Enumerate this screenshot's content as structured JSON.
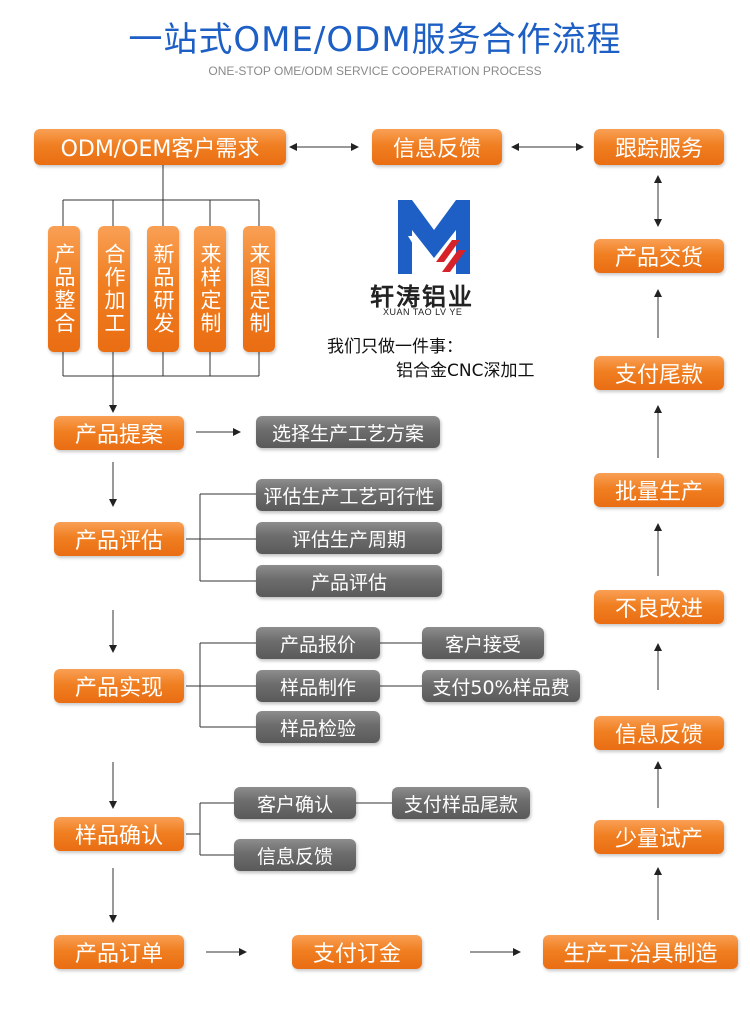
{
  "header": {
    "title": "一站式OME/ODM服务合作流程",
    "subtitle": "ONE-STOP OME/ODM SERVICE COOPERATION PROCESS"
  },
  "colors": {
    "orange": "#f07f22",
    "gray": "#6c6c6c",
    "title_blue": "#1d5fc4",
    "logo_blue": "#1d5fc4",
    "logo_red": "#d6232a"
  },
  "top_row": {
    "demand": "ODM/OEM客户需求",
    "feedback": "信息反馈",
    "tracking": "跟踪服务"
  },
  "categories": [
    "产品整合",
    "合作加工",
    "新品研发",
    "来样定制",
    "来图定制"
  ],
  "logo": {
    "name_cn": "轩涛铝业",
    "name_en": "XUAN TAO LV YE",
    "motto_line1": "我们只做一件事：",
    "motto_line2": "铝合金CNC深加工"
  },
  "left_flow": {
    "proposal": "产品提案",
    "evaluation": "产品评估",
    "realization": "产品实现",
    "sample_confirm": "样品确认",
    "order": "产品订单"
  },
  "bottom_row": {
    "deposit": "支付订金",
    "tooling": "生产工治具制造"
  },
  "right_flow": {
    "trial": "少量试产",
    "feedback": "信息反馈",
    "improvement": "不良改进",
    "mass_production": "批量生产",
    "final_payment": "支付尾款",
    "delivery": "产品交货"
  },
  "details": {
    "proposal_plan": "选择生产工艺方案",
    "eval_feasibility": "评估生产工艺可行性",
    "eval_cycle": "评估生产周期",
    "eval_product": "产品评估",
    "quote": "产品报价",
    "customer_accept": "客户接受",
    "sample_make": "样品制作",
    "sample_fee": "支付50%样品费",
    "sample_inspect": "样品检验",
    "customer_confirm": "客户确认",
    "sample_balance": "支付样品尾款",
    "info_feedback": "信息反馈"
  }
}
